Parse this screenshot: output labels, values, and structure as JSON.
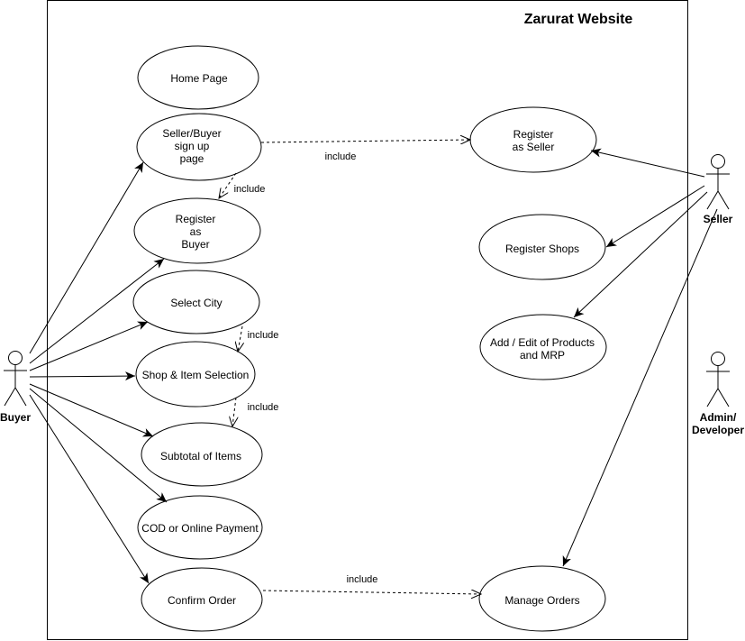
{
  "system": {
    "title": "Zarurat Website"
  },
  "actors": {
    "buyer": "Buyer",
    "seller": "Seller",
    "admin": [
      "Admin/",
      "Developer"
    ]
  },
  "use_cases": {
    "home": [
      "Home  Page"
    ],
    "signup": [
      "Seller/Buyer",
      "sign up",
      "page"
    ],
    "reg_buyer": [
      "Register",
      "as",
      "Buyer"
    ],
    "select_city": [
      "Select City"
    ],
    "shop_item": [
      "Shop & Item Selection"
    ],
    "subtotal": [
      "Subtotal of Items"
    ],
    "payment": [
      "COD or Online Payment"
    ],
    "confirm": [
      "Confirm Order"
    ],
    "reg_seller": [
      "Register",
      "as Seller"
    ],
    "reg_shops": [
      "Register Shops"
    ],
    "add_edit": [
      "Add / Edit of Products",
      "and MRP"
    ],
    "manage": [
      "Manage Orders"
    ]
  },
  "include_label": "include"
}
